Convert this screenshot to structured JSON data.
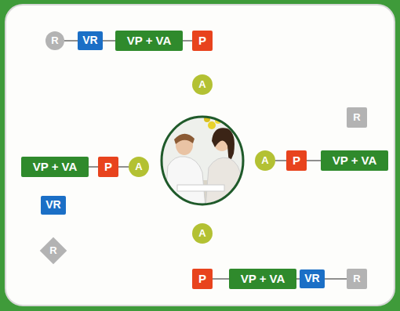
{
  "diagram": {
    "nodes": [
      {
        "text": [
          "R"
        ]
      },
      {
        "text": [
          "VR"
        ]
      },
      {
        "text": [
          "VP + VA"
        ]
      },
      {
        "text": [
          "P"
        ]
      },
      {
        "text": [
          "A"
        ]
      },
      {
        "text": [
          "R"
        ]
      },
      {
        "text": [
          "VP + VA"
        ]
      },
      {
        "text": [
          "P"
        ]
      },
      {
        "text": [
          "A"
        ]
      },
      {
        "text": [
          "A"
        ]
      },
      {
        "text": [
          "P"
        ]
      },
      {
        "text": [
          "VP + VA"
        ]
      },
      {
        "text": [
          "VR"
        ]
      },
      {
        "text": [
          "A"
        ]
      },
      {
        "text": [
          "R"
        ]
      },
      {
        "text": [
          "P"
        ]
      },
      {
        "text": [
          "VP + VA"
        ]
      },
      {
        "text": [
          "VR"
        ]
      },
      {
        "text": [
          "R"
        ]
      }
    ],
    "edges": [
      {
        "from": 0,
        "to": 1,
        "arrow": "none"
      },
      {
        "from": 1,
        "to": 2,
        "arrow": "none"
      },
      {
        "from": 2,
        "to": 3,
        "arrow": "none"
      },
      {
        "from": 6,
        "to": 7,
        "arrow": "none"
      },
      {
        "from": 7,
        "to": 8,
        "arrow": "none"
      },
      {
        "from": 9,
        "to": 10,
        "arrow": "none"
      },
      {
        "from": 10,
        "to": 11,
        "arrow": "none"
      },
      {
        "from": 15,
        "to": 16,
        "arrow": "none"
      },
      {
        "from": 16,
        "to": 17,
        "arrow": "none"
      },
      {
        "from": 17,
        "to": 18,
        "arrow": "none"
      }
    ]
  }
}
